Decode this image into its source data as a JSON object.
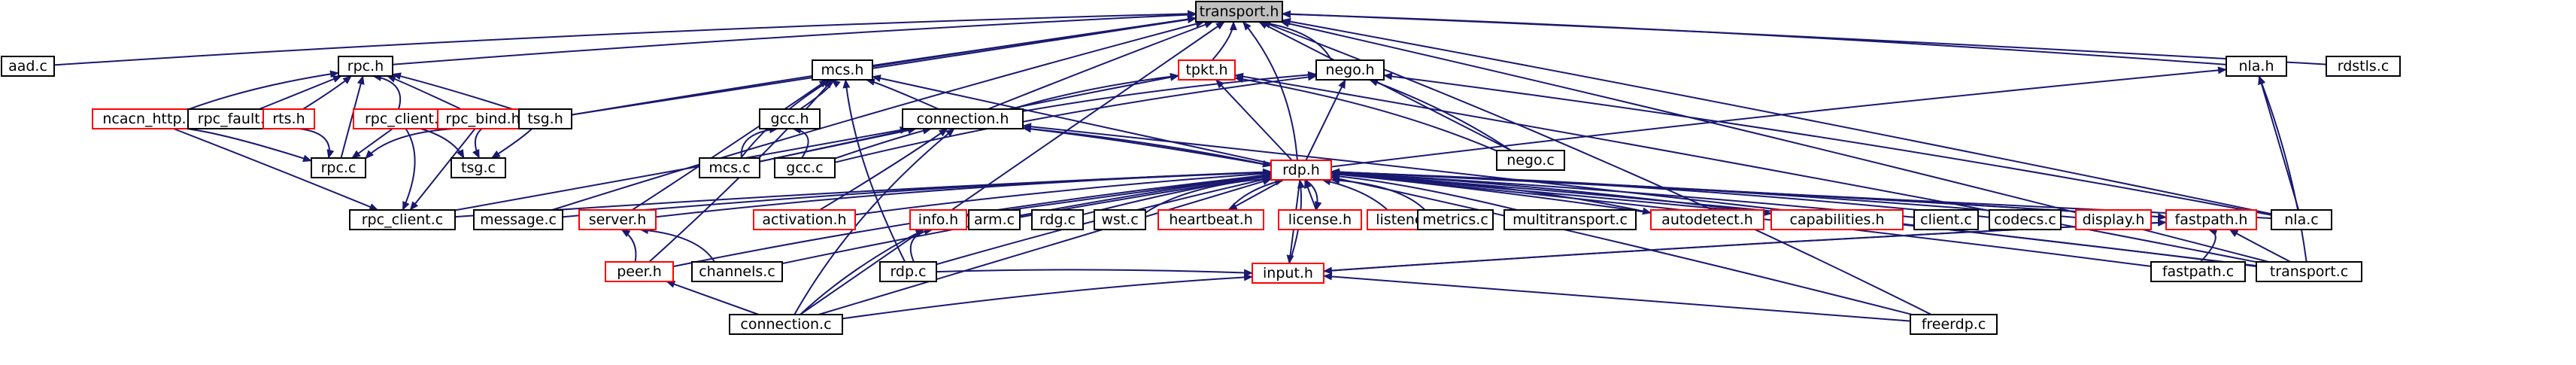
{
  "title": "transport.h",
  "nodes": [
    {
      "id": "transport_h",
      "label": "transport.h",
      "style": "focus"
    },
    {
      "id": "aad_c",
      "label": "aad.c",
      "style": "black"
    },
    {
      "id": "rpc_h",
      "label": "rpc.h",
      "style": "black"
    },
    {
      "id": "mcs_h",
      "label": "mcs.h",
      "style": "black"
    },
    {
      "id": "tpkt_h",
      "label": "tpkt.h",
      "style": "red"
    },
    {
      "id": "nego_h",
      "label": "nego.h",
      "style": "black"
    },
    {
      "id": "nla_h",
      "label": "nla.h",
      "style": "black"
    },
    {
      "id": "rdstls_c",
      "label": "rdstls.c",
      "style": "black"
    },
    {
      "id": "ncacn_http_h",
      "label": "ncacn_http.h",
      "style": "red"
    },
    {
      "id": "rpc_fault_c",
      "label": "rpc_fault.c",
      "style": "black"
    },
    {
      "id": "rts_h",
      "label": "rts.h",
      "style": "red"
    },
    {
      "id": "rpc_client_h",
      "label": "rpc_client.h",
      "style": "red"
    },
    {
      "id": "rpc_bind_h",
      "label": "rpc_bind.h",
      "style": "red"
    },
    {
      "id": "tsg_h",
      "label": "tsg.h",
      "style": "black"
    },
    {
      "id": "gcc_h",
      "label": "gcc.h",
      "style": "black"
    },
    {
      "id": "connection_h",
      "label": "connection.h",
      "style": "black"
    },
    {
      "id": "nego_c",
      "label": "nego.c",
      "style": "black"
    },
    {
      "id": "rpc_c",
      "label": "rpc.c",
      "style": "black"
    },
    {
      "id": "tsg_c",
      "label": "tsg.c",
      "style": "black"
    },
    {
      "id": "mcs_c",
      "label": "mcs.c",
      "style": "black"
    },
    {
      "id": "gcc_c",
      "label": "gcc.c",
      "style": "black"
    },
    {
      "id": "rdp_h",
      "label": "rdp.h",
      "style": "red"
    },
    {
      "id": "rpc_client_c",
      "label": "rpc_client.c",
      "style": "black"
    },
    {
      "id": "message_c",
      "label": "message.c",
      "style": "black"
    },
    {
      "id": "server_h",
      "label": "server.h",
      "style": "red"
    },
    {
      "id": "activation_h",
      "label": "activation.h",
      "style": "red"
    },
    {
      "id": "info_h",
      "label": "info.h",
      "style": "red"
    },
    {
      "id": "arm_c",
      "label": "arm.c",
      "style": "black"
    },
    {
      "id": "rdg_c",
      "label": "rdg.c",
      "style": "black"
    },
    {
      "id": "wst_c",
      "label": "wst.c",
      "style": "black"
    },
    {
      "id": "heartbeat_h",
      "label": "heartbeat.h",
      "style": "red"
    },
    {
      "id": "license_h",
      "label": "license.h",
      "style": "red"
    },
    {
      "id": "listener_h",
      "label": "listener.h",
      "style": "red"
    },
    {
      "id": "metrics_c",
      "label": "metrics.c",
      "style": "black"
    },
    {
      "id": "multitransport_c",
      "label": "multitransport.c",
      "style": "black"
    },
    {
      "id": "autodetect_h",
      "label": "autodetect.h",
      "style": "red"
    },
    {
      "id": "capabilities_h",
      "label": "capabilities.h",
      "style": "red"
    },
    {
      "id": "client_c",
      "label": "client.c",
      "style": "black"
    },
    {
      "id": "codecs_c",
      "label": "codecs.c",
      "style": "black"
    },
    {
      "id": "display_h",
      "label": "display.h",
      "style": "red"
    },
    {
      "id": "fastpath_h",
      "label": "fastpath.h",
      "style": "red"
    },
    {
      "id": "nla_c",
      "label": "nla.c",
      "style": "black"
    },
    {
      "id": "peer_h",
      "label": "peer.h",
      "style": "red"
    },
    {
      "id": "channels_c",
      "label": "channels.c",
      "style": "black"
    },
    {
      "id": "rdp_c",
      "label": "rdp.c",
      "style": "black"
    },
    {
      "id": "input_h",
      "label": "input.h",
      "style": "red"
    },
    {
      "id": "fastpath_c",
      "label": "fastpath.c",
      "style": "black"
    },
    {
      "id": "transport_c",
      "label": "transport.c",
      "style": "black"
    },
    {
      "id": "connection_c",
      "label": "connection.c",
      "style": "black"
    },
    {
      "id": "freerdp_c",
      "label": "freerdp.c",
      "style": "black"
    }
  ],
  "edges": [
    [
      "aad_c",
      "transport_h"
    ],
    [
      "rpc_h",
      "transport_h"
    ],
    [
      "mcs_h",
      "transport_h"
    ],
    [
      "tpkt_h",
      "transport_h"
    ],
    [
      "nego_h",
      "transport_h"
    ],
    [
      "nla_h",
      "transport_h"
    ],
    [
      "rdstls_c",
      "transport_h"
    ],
    [
      "tsg_h",
      "transport_h"
    ],
    [
      "connection_h",
      "transport_h"
    ],
    [
      "rdp_h",
      "transport_h"
    ],
    [
      "nego_c",
      "transport_h"
    ],
    [
      "message_c",
      "transport_h"
    ],
    [
      "connection_c",
      "transport_h"
    ],
    [
      "transport_c",
      "transport_h"
    ],
    [
      "freerdp_c",
      "transport_h"
    ],
    [
      "nla_c",
      "transport_h"
    ],
    [
      "ncacn_http_h",
      "rpc_h"
    ],
    [
      "rpc_fault_c",
      "rpc_h"
    ],
    [
      "rts_h",
      "rpc_h"
    ],
    [
      "rpc_client_h",
      "rpc_h"
    ],
    [
      "rpc_bind_h",
      "rpc_h"
    ],
    [
      "tsg_h",
      "rpc_h"
    ],
    [
      "rpc_c",
      "rpc_h"
    ],
    [
      "tsg_h",
      "transport_h"
    ],
    [
      "rts_h",
      "rpc_c"
    ],
    [
      "ncacn_http_h",
      "rpc_c"
    ],
    [
      "ncacn_http_h",
      "rpc_client_c"
    ],
    [
      "rpc_client_h",
      "rpc_c"
    ],
    [
      "rpc_client_h",
      "tsg_c"
    ],
    [
      "rpc_client_h",
      "rpc_client_c"
    ],
    [
      "rpc_bind_h",
      "rpc_c"
    ],
    [
      "rpc_bind_h",
      "tsg_c"
    ],
    [
      "rpc_bind_h",
      "rpc_client_c"
    ],
    [
      "tsg_h",
      "tsg_c"
    ],
    [
      "gcc_h",
      "mcs_h"
    ],
    [
      "connection_h",
      "mcs_h"
    ],
    [
      "mcs_c",
      "mcs_h"
    ],
    [
      "rdp_h",
      "mcs_h"
    ],
    [
      "server_h",
      "mcs_h"
    ],
    [
      "peer_h",
      "mcs_h"
    ],
    [
      "rdp_c",
      "mcs_h"
    ],
    [
      "connection_h",
      "tpkt_h"
    ],
    [
      "rdp_h",
      "tpkt_h"
    ],
    [
      "mcs_c",
      "tpkt_h"
    ],
    [
      "nego_c",
      "tpkt_h"
    ],
    [
      "transport_c",
      "tpkt_h"
    ],
    [
      "connection_h",
      "nego_h"
    ],
    [
      "rdp_h",
      "nego_h"
    ],
    [
      "nego_c",
      "nego_h"
    ],
    [
      "nla_c",
      "nego_h"
    ],
    [
      "gcc_c",
      "nego_h"
    ],
    [
      "rdp_h",
      "nla_h"
    ],
    [
      "nla_c",
      "nla_h"
    ],
    [
      "transport_c",
      "nla_h"
    ],
    [
      "gcc_c",
      "gcc_h"
    ],
    [
      "mcs_c",
      "gcc_h"
    ],
    [
      "rdp_h",
      "connection_h"
    ],
    [
      "mcs_c",
      "connection_h"
    ],
    [
      "gcc_c",
      "connection_h"
    ],
    [
      "activation_h",
      "connection_h"
    ],
    [
      "connection_c",
      "connection_h"
    ],
    [
      "transport_c",
      "connection_h"
    ],
    [
      "rpc_client_c",
      "connection_h"
    ],
    [
      "connection_h",
      "rdp_h"
    ],
    [
      "message_c",
      "rdp_h"
    ],
    [
      "server_h",
      "rdp_h"
    ],
    [
      "activation_h",
      "rdp_h"
    ],
    [
      "info_h",
      "rdp_h"
    ],
    [
      "arm_c",
      "rdp_h"
    ],
    [
      "rdg_c",
      "rdp_h"
    ],
    [
      "wst_c",
      "rdp_h"
    ],
    [
      "heartbeat_h",
      "rdp_h"
    ],
    [
      "license_h",
      "rdp_h"
    ],
    [
      "listener_h",
      "rdp_h"
    ],
    [
      "metrics_c",
      "rdp_h"
    ],
    [
      "multitransport_c",
      "rdp_h"
    ],
    [
      "autodetect_h",
      "rdp_h"
    ],
    [
      "capabilities_h",
      "rdp_h"
    ],
    [
      "client_c",
      "rdp_h"
    ],
    [
      "codecs_c",
      "rdp_h"
    ],
    [
      "display_h",
      "rdp_h"
    ],
    [
      "fastpath_h",
      "rdp_h"
    ],
    [
      "nla_c",
      "rdp_h"
    ],
    [
      "input_h",
      "rdp_h"
    ],
    [
      "rdp_c",
      "rdp_h"
    ],
    [
      "peer_h",
      "rdp_h"
    ],
    [
      "channels_c",
      "rdp_h"
    ],
    [
      "connection_c",
      "rdp_h"
    ],
    [
      "fastpath_c",
      "rdp_h"
    ],
    [
      "transport_c",
      "rdp_h"
    ],
    [
      "freerdp_c",
      "rdp_h"
    ],
    [
      "rpc_client_c",
      "rdp_h"
    ],
    [
      "rdp_h",
      "heartbeat_h"
    ],
    [
      "rdp_h",
      "license_h"
    ],
    [
      "rdp_h",
      "autodetect_h"
    ],
    [
      "rdp_h",
      "capabilities_h"
    ],
    [
      "rdp_h",
      "fastpath_h"
    ],
    [
      "rdp_h",
      "input_h"
    ],
    [
      "peer_h",
      "server_h"
    ],
    [
      "channels_c",
      "server_h"
    ],
    [
      "rdp_c",
      "info_h"
    ],
    [
      "connection_c",
      "info_h"
    ],
    [
      "connection_c",
      "peer_h"
    ],
    [
      "input_h",
      "fastpath_h"
    ],
    [
      "fastpath_c",
      "fastpath_h"
    ],
    [
      "transport_c",
      "fastpath_h"
    ],
    [
      "rdp_c",
      "input_h"
    ],
    [
      "freerdp_c",
      "input_h"
    ],
    [
      "fastpath_h",
      "input_h"
    ],
    [
      "connection_c",
      "input_h"
    ]
  ]
}
